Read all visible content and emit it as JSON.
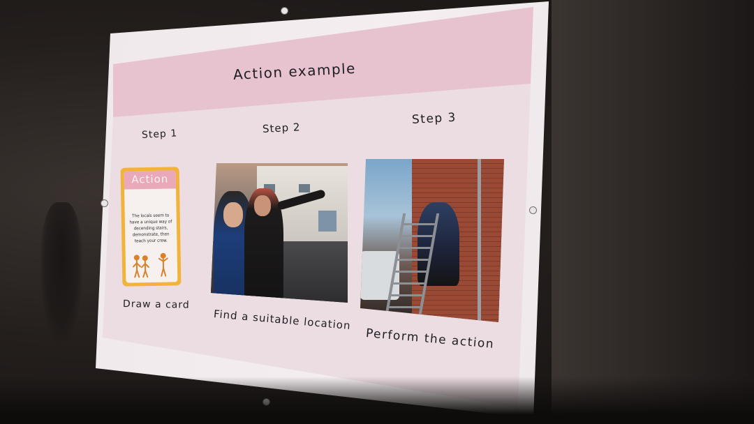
{
  "slide": {
    "title": "Action example",
    "steps": [
      {
        "label": "Step 1",
        "caption": "Draw a card"
      },
      {
        "label": "Step 2",
        "caption": "Find a suitable location"
      },
      {
        "label": "Step 3",
        "caption": "Perform the action"
      }
    ],
    "card": {
      "title": "Action",
      "text": "The locals seem to have a unique way of decending stairs, demonstrate, then teach your crew."
    }
  },
  "colors": {
    "title_band": "#e7c3d0",
    "card_border": "#f2b33a",
    "card_header": "#e9a9b8",
    "room": "#241f1d"
  },
  "icons": [
    "card-figures-icon"
  ]
}
